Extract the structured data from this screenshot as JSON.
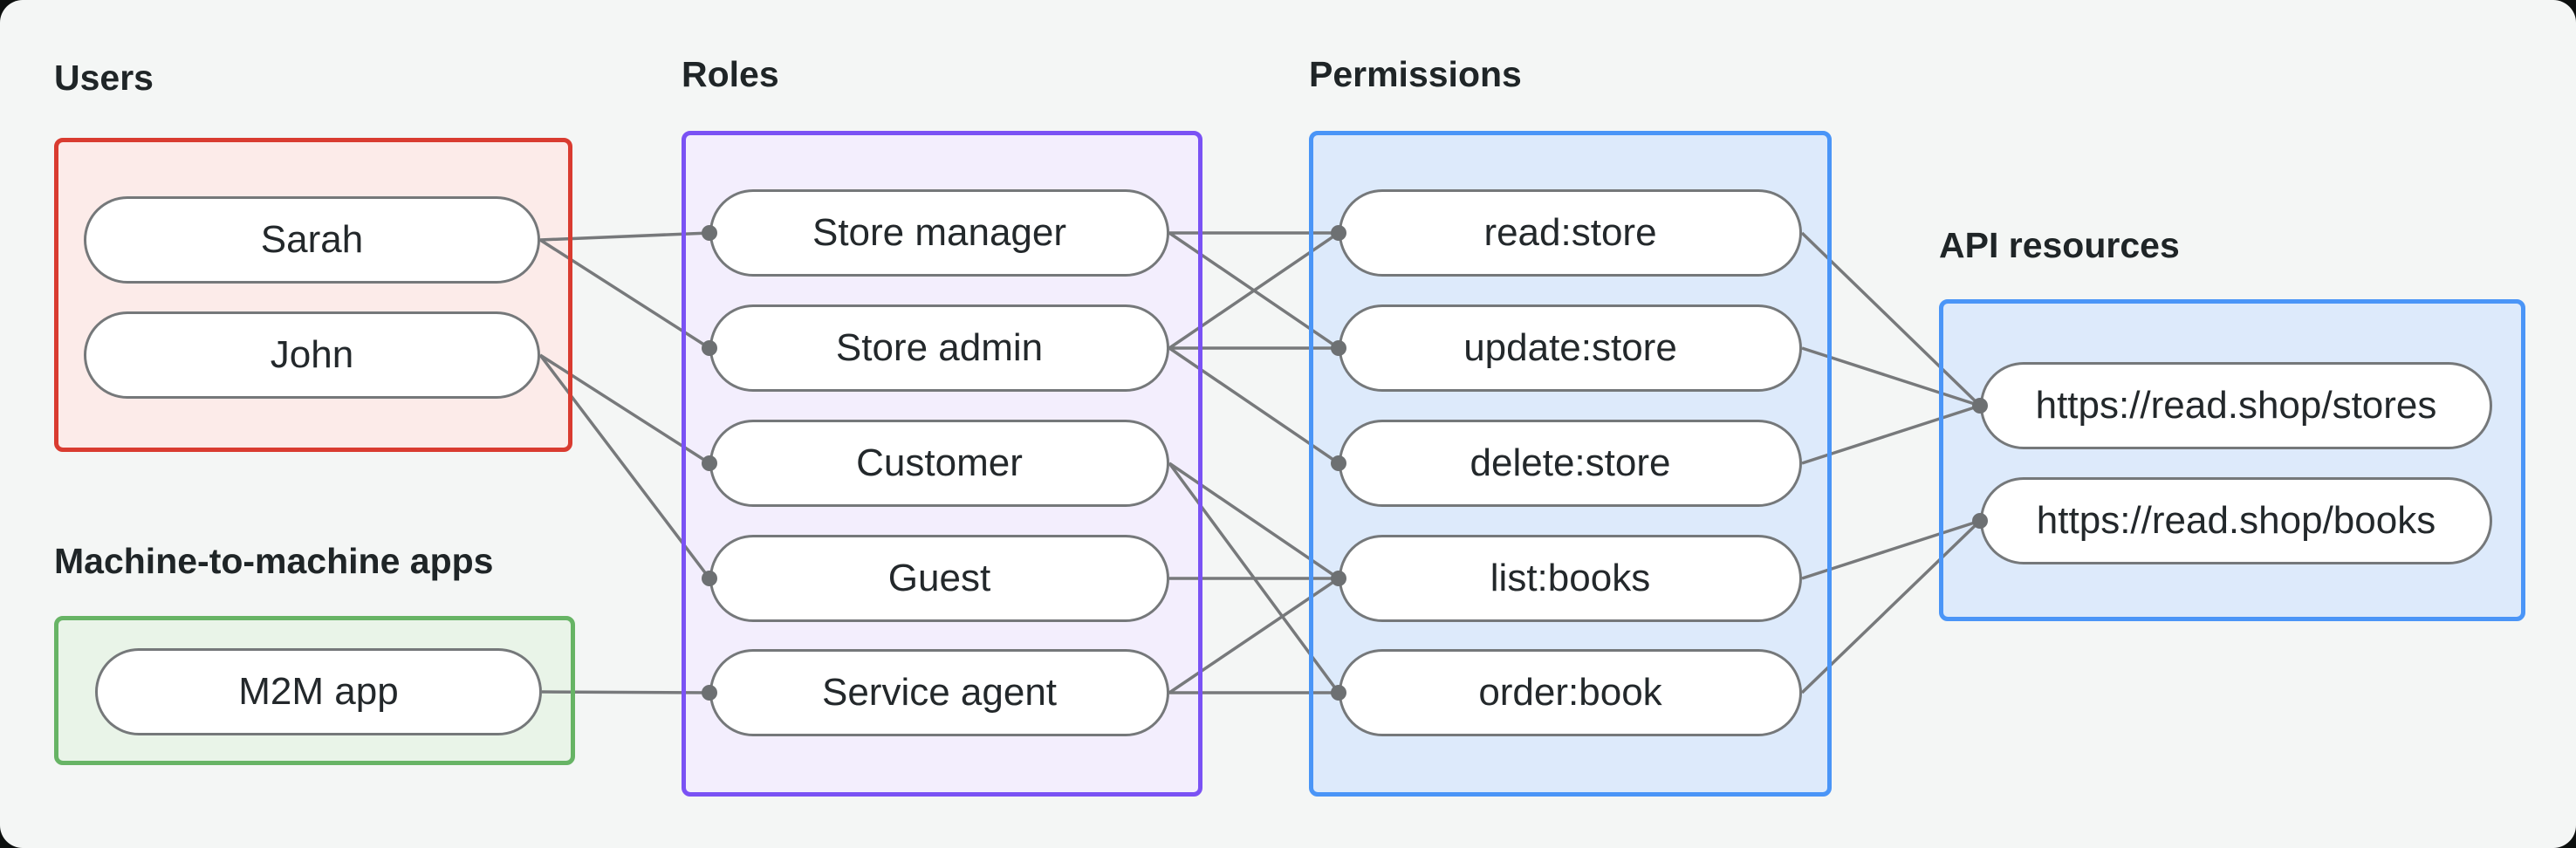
{
  "page": {
    "background": "#f4f6f5",
    "outer_background": "#0d100f"
  },
  "groups": {
    "users": {
      "label": "Users",
      "border_color": "#d93b30",
      "fill_color": "#fcebe9",
      "nodes": [
        {
          "id": "sarah",
          "label": "Sarah"
        },
        {
          "id": "john",
          "label": "John"
        }
      ]
    },
    "m2m": {
      "label": "Machine-to-machine apps",
      "border_color": "#67b465",
      "fill_color": "#e9f4e8",
      "nodes": [
        {
          "id": "m2m-app",
          "label": "M2M app"
        }
      ]
    },
    "roles": {
      "label": "Roles",
      "border_color": "#7a52f4",
      "fill_color": "#f3eefd",
      "nodes": [
        {
          "id": "store-manager",
          "label": "Store manager"
        },
        {
          "id": "store-admin",
          "label": "Store admin"
        },
        {
          "id": "customer",
          "label": "Customer"
        },
        {
          "id": "guest",
          "label": "Guest"
        },
        {
          "id": "service-agent",
          "label": "Service agent"
        }
      ]
    },
    "permissions": {
      "label": "Permissions",
      "border_color": "#4a95f7",
      "fill_color": "#ddeafb",
      "nodes": [
        {
          "id": "read-store",
          "label": "read:store"
        },
        {
          "id": "update-store",
          "label": "update:store"
        },
        {
          "id": "delete-store",
          "label": "delete:store"
        },
        {
          "id": "list-books",
          "label": "list:books"
        },
        {
          "id": "order-book",
          "label": "order:book"
        }
      ]
    },
    "api_resources": {
      "label": "API resources",
      "border_color": "#4a95f7",
      "fill_color": "#ddeafb",
      "nodes": [
        {
          "id": "stores",
          "label": "https://read.shop/stores"
        },
        {
          "id": "books",
          "label": "https://read.shop/books"
        }
      ]
    }
  },
  "edges": [
    {
      "from": "sarah",
      "to": "store-manager"
    },
    {
      "from": "sarah",
      "to": "store-admin"
    },
    {
      "from": "john",
      "to": "customer"
    },
    {
      "from": "john",
      "to": "guest"
    },
    {
      "from": "m2m-app",
      "to": "service-agent"
    },
    {
      "from": "store-manager",
      "to": "read-store"
    },
    {
      "from": "store-manager",
      "to": "update-store"
    },
    {
      "from": "store-admin",
      "to": "read-store"
    },
    {
      "from": "store-admin",
      "to": "update-store"
    },
    {
      "from": "store-admin",
      "to": "delete-store"
    },
    {
      "from": "customer",
      "to": "list-books"
    },
    {
      "from": "customer",
      "to": "order-book"
    },
    {
      "from": "guest",
      "to": "list-books"
    },
    {
      "from": "service-agent",
      "to": "list-books"
    },
    {
      "from": "service-agent",
      "to": "order-book"
    },
    {
      "from": "read-store",
      "to": "stores"
    },
    {
      "from": "update-store",
      "to": "stores"
    },
    {
      "from": "delete-store",
      "to": "stores"
    },
    {
      "from": "list-books",
      "to": "books"
    },
    {
      "from": "order-book",
      "to": "books"
    }
  ],
  "edge_style": {
    "color": "#77797b",
    "width": 3.5,
    "dot_color": "#6d7072",
    "dot_radius": 9
  }
}
